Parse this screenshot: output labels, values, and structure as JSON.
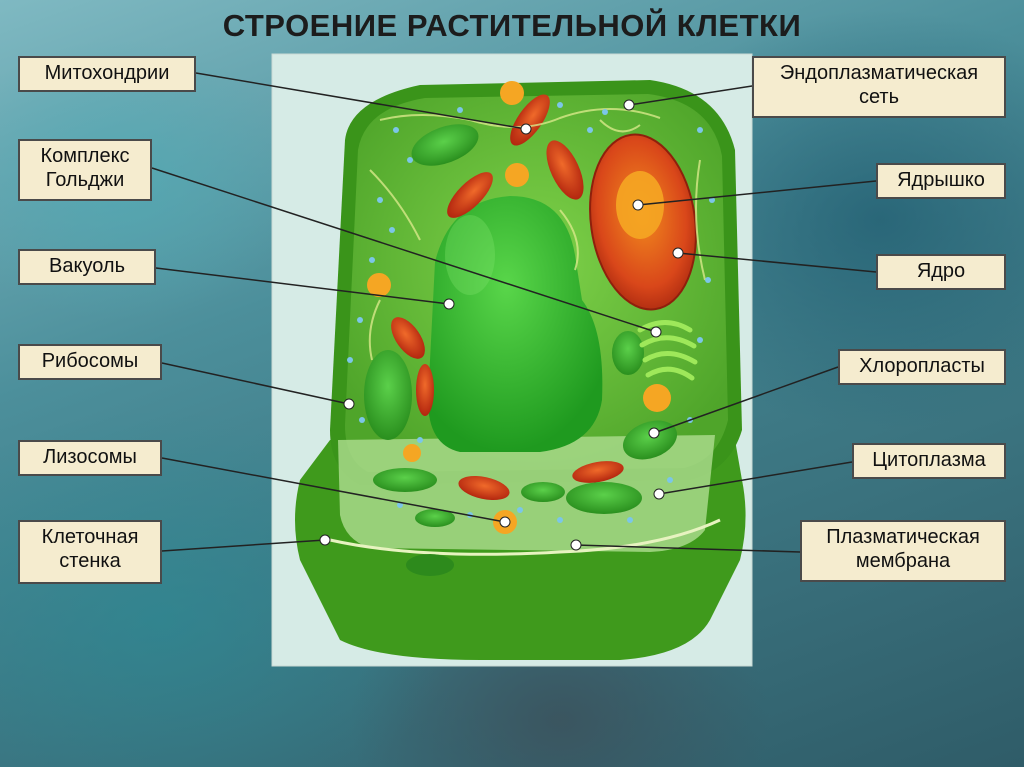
{
  "title": "СТРОЕНИЕ РАСТИТЕЛЬНОЙ КЛЕТКИ",
  "labels": {
    "mitochondria": "Митохондрии",
    "golgi": "Комплекс\nГольджи",
    "vacuole": "Вакуоль",
    "ribosomes": "Рибосомы",
    "lysosomes": "Лизосомы",
    "cell_wall": "Клеточная\nстенка",
    "er": "Эндоплазматическая\nсеть",
    "nucleolus": "Ядрышко",
    "nucleus": "Ядро",
    "chloroplasts": "Хлоропласты",
    "cytoplasm": "Цитоплазма",
    "plasma_membrane": "Плазматическая\nмембрана"
  },
  "colors": {
    "label_bg": "#f5eccf",
    "cell_wall": "#3f9a1c",
    "cytoplasm": "#6cc23a",
    "vacuole": "#2fb12a",
    "nucleus": "#d9471a",
    "nucleolus": "#f5a623",
    "mitochondria": "#c8341c"
  }
}
